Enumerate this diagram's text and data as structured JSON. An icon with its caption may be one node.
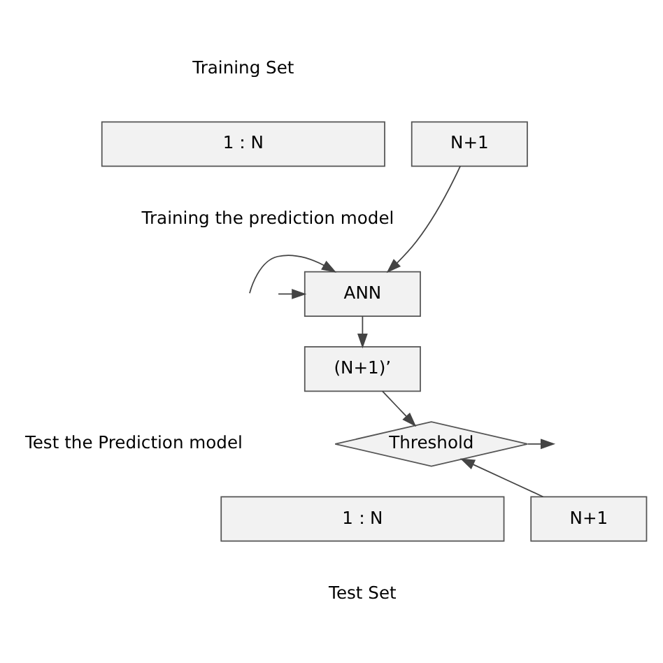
{
  "diagram": {
    "nodes": [
      {
        "text": [
          "1：N"
        ]
      },
      {
        "text": [
          "N+1"
        ]
      },
      {
        "text": [
          "ANN"
        ]
      },
      {
        "text": [
          "(N+1)’"
        ]
      },
      {
        "text": [
          "Threshold"
        ]
      },
      {
        "text": [
          "1：N"
        ]
      },
      {
        "text": [
          "N+1"
        ]
      }
    ],
    "edges": [
      {
        "from": 1,
        "to": 2,
        "arrow": "to"
      },
      {
        "from": null,
        "to": 2,
        "arrow": "to"
      },
      {
        "from": null,
        "to": 2,
        "arrow": "to"
      },
      {
        "from": 2,
        "to": 3,
        "arrow": "to"
      },
      {
        "from": 3,
        "to": 4,
        "arrow": "to"
      },
      {
        "from": 6,
        "to": 4,
        "arrow": "to"
      },
      {
        "from": 4,
        "to": null,
        "arrow": "to"
      }
    ],
    "labels": [
      "Training Set",
      "Training the prediction model",
      "Test the Prediction model",
      "Test Set"
    ]
  }
}
